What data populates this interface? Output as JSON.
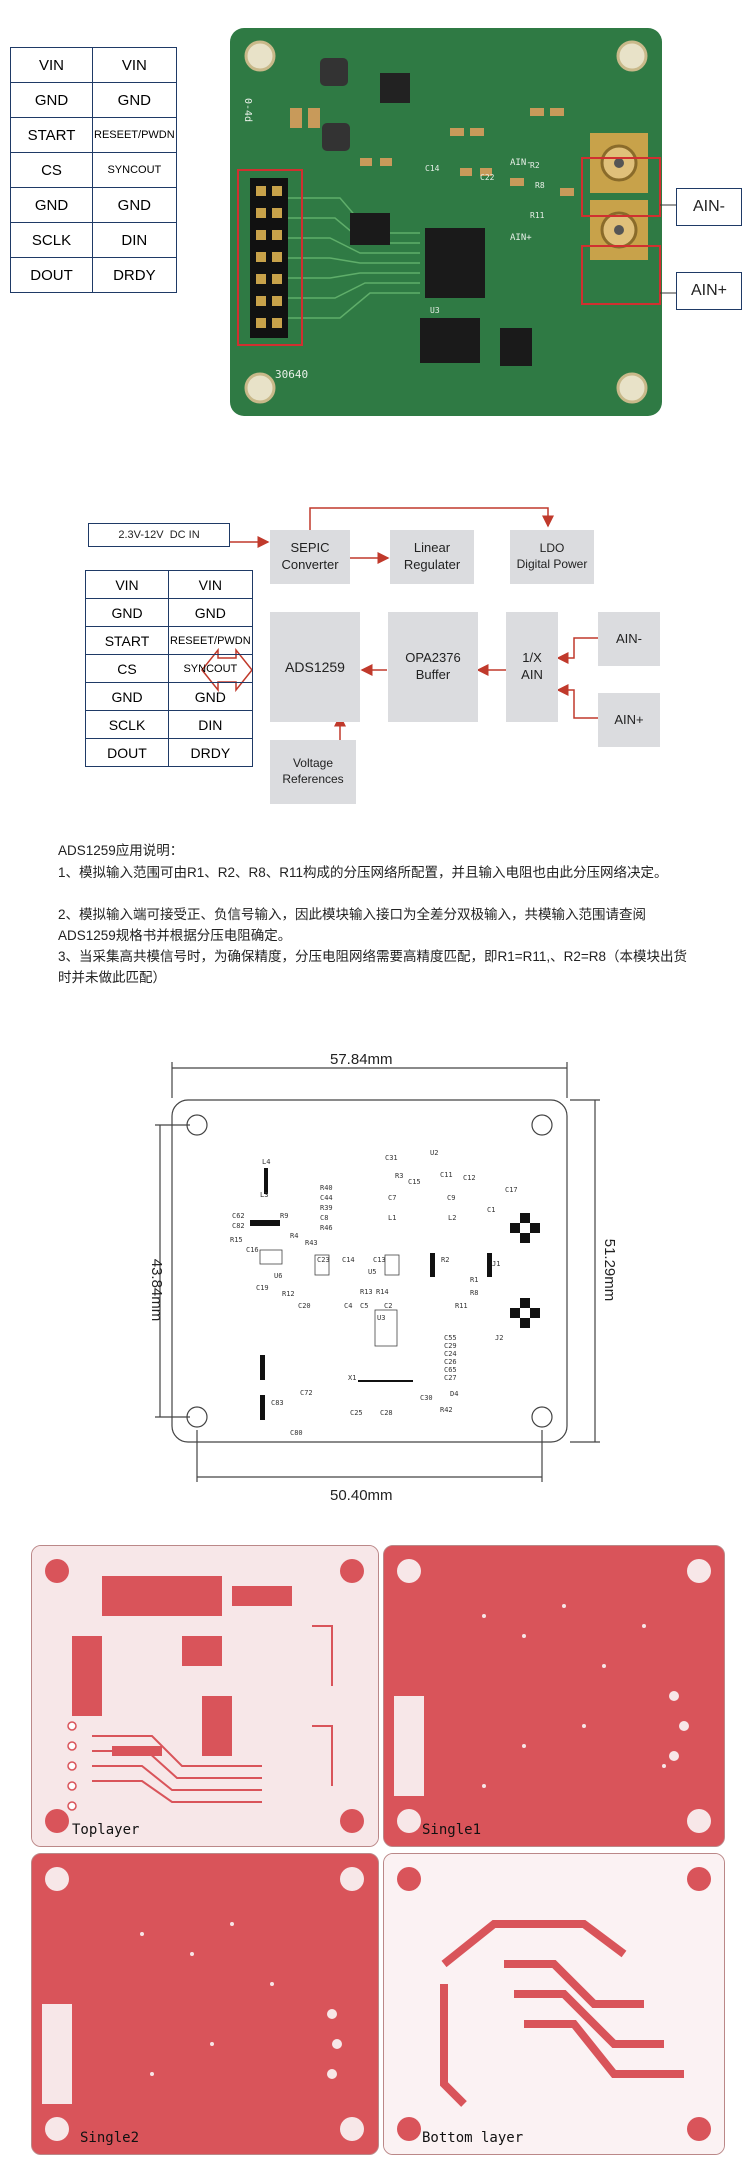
{
  "photo": {
    "pins_left": [
      "VIN",
      "GND",
      "START",
      "CS",
      "GND",
      "SCLK",
      "DOUT"
    ],
    "pins_right": [
      "VIN",
      "GND",
      "RESEET/PWDN",
      "SYNCOUT",
      "GND",
      "DIN",
      "DRDY"
    ],
    "ain_minus": "AIN-",
    "ain_plus": "AIN+",
    "silk_ain_minus": "AIN-",
    "silk_ain_plus": "AIN+",
    "silk_code": "30640",
    "silk_board_id": "0-4d",
    "silk_refs": [
      "C14",
      "C22",
      "R2",
      "R8",
      "R11",
      "U3"
    ]
  },
  "block_diagram": {
    "dc_in": "2.3V-12V  DC IN",
    "sepic": "SEPIC\nConverter",
    "linear": "Linear\nRegulater",
    "ldo": "LDO\nDigital Power",
    "adc": "ADS1259",
    "buffer": "OPA2376\nBuffer",
    "ain_stage": "1/X\nAIN",
    "ain_minus": "AIN-",
    "ain_plus": "AIN+",
    "vref": "Voltage\nReferences",
    "pins_left": [
      "VIN",
      "GND",
      "START",
      "CS",
      "GND",
      "SCLK",
      "DOUT"
    ],
    "pins_right": [
      "VIN",
      "GND",
      "RESEET/PWDN",
      "SYNCOUT",
      "GND",
      "DIN",
      "DRDY"
    ]
  },
  "notes": {
    "title": "ADS1259应用说明：",
    "line1": "1、模拟输入范围可由R1、R2、R8、R11构成的分压网络所配置，并且输入电阻也由此分压网络决定。",
    "line2": "2、模拟输入端可接受正、负信号输入，因此模块输入接口为全差分双极输入，共模输入范围请查阅ADS1259规格书并根据分压电阻确定。",
    "line3": "3、当采集高共模信号时，为确保精度，分压电阻网络需要高精度匹配，即R1=R11,、R2=R8（本模块出货时并未做此匹配）"
  },
  "dimensions": {
    "width_top": "57.84mm",
    "width_bottom": "50.40mm",
    "height_left": "43.84mm",
    "height_right": "51.29mm",
    "labels": [
      "L4",
      "R9",
      "C31",
      "U2",
      "C12",
      "R3",
      "C15",
      "C11",
      "C17",
      "R40",
      "C44",
      "R39",
      "C8",
      "R46",
      "L3",
      "C7",
      "C9",
      "C1",
      "C62",
      "C82",
      "R43",
      "L1",
      "L2",
      "R15",
      "C16",
      "R4",
      "C23",
      "C14",
      "C13",
      "R2",
      "J1",
      "U6",
      "U5",
      "R13",
      "R14",
      "R1",
      "C19",
      "R8",
      "R12",
      "C20",
      "C4",
      "C5",
      "C2",
      "R11",
      "J2",
      "U3",
      "C55",
      "C29",
      "C24",
      "C26",
      "C65",
      "C27",
      "X1",
      "C72",
      "C83",
      "C30",
      "D4",
      "R42",
      "C25",
      "C28",
      "C80"
    ]
  },
  "layers": {
    "top": "Toplayer",
    "single1": "Single1",
    "single2": "Single2",
    "bottom": "Bottom layer"
  },
  "colors": {
    "pcb_green": "#2f7a44",
    "block_gray": "#dbdcdf",
    "arrow_red": "#c0392b",
    "copper_red": "#d9545a",
    "layer_bg": "#f3d4d6"
  }
}
